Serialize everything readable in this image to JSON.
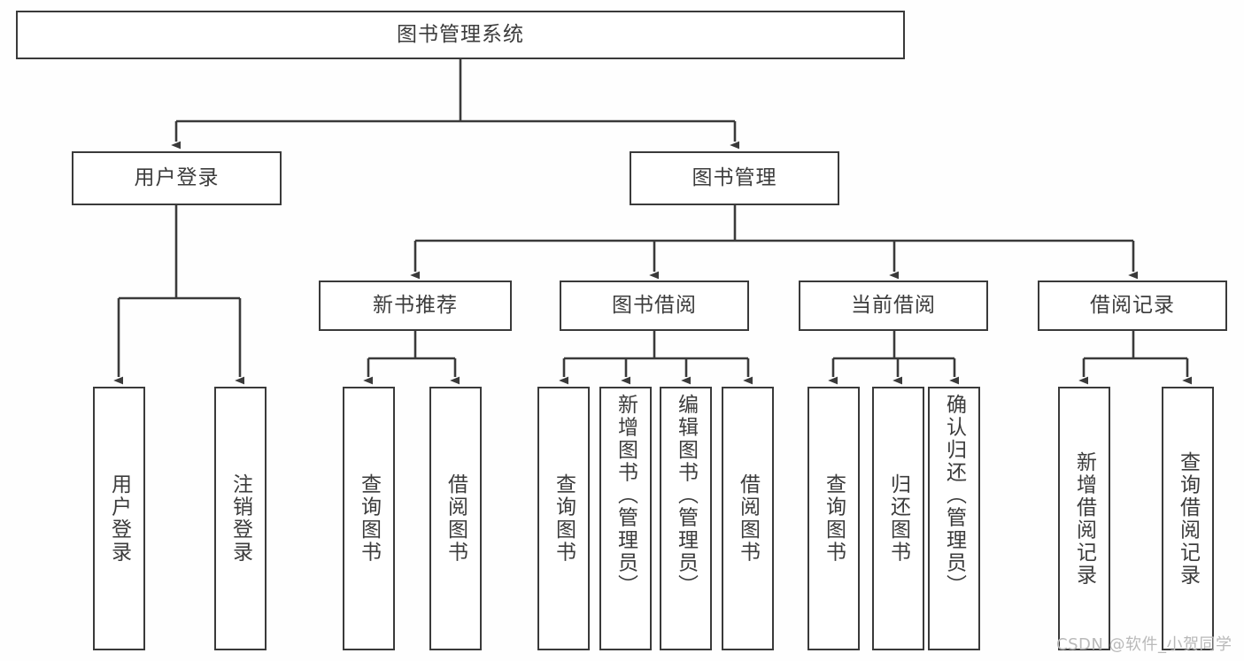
{
  "diagram": {
    "type": "hierarchy-tree",
    "title_node": {
      "id": "root",
      "label": "图书管理系统"
    },
    "level2": [
      {
        "id": "login",
        "label": "用户登录"
      },
      {
        "id": "bookmgmt",
        "label": "图书管理"
      }
    ],
    "level3": [
      {
        "id": "newbook",
        "label": "新书推荐",
        "parent": "bookmgmt"
      },
      {
        "id": "borrow",
        "label": "图书借阅",
        "parent": "bookmgmt"
      },
      {
        "id": "current",
        "label": "当前借阅",
        "parent": "bookmgmt"
      },
      {
        "id": "records",
        "label": "借阅记录",
        "parent": "bookmgmt"
      }
    ],
    "leaves": [
      {
        "id": "leaf-user-login",
        "label": "用户登录",
        "parent": "login"
      },
      {
        "id": "leaf-user-logout",
        "label": "注销登录",
        "parent": "login"
      },
      {
        "id": "leaf-query-book-new",
        "label": "查询图书",
        "parent": "newbook"
      },
      {
        "id": "leaf-borrow-book-new",
        "label": "借阅图书",
        "parent": "newbook"
      },
      {
        "id": "leaf-query-book-borrow",
        "label": "查询图书",
        "parent": "borrow"
      },
      {
        "id": "leaf-add-book",
        "label": "新增图书（管理员）",
        "parent": "borrow"
      },
      {
        "id": "leaf-edit-book",
        "label": "编辑图书（管理员）",
        "parent": "borrow"
      },
      {
        "id": "leaf-borrow-book",
        "label": "借阅图书",
        "parent": "borrow"
      },
      {
        "id": "leaf-query-book-current",
        "label": "查询图书",
        "parent": "current"
      },
      {
        "id": "leaf-return-book",
        "label": "归还图书",
        "parent": "current"
      },
      {
        "id": "leaf-confirm-return",
        "label": "确认归还（管理员）",
        "parent": "current"
      },
      {
        "id": "leaf-add-record",
        "label": "新增借阅记录",
        "parent": "records"
      },
      {
        "id": "leaf-query-record",
        "label": "查询借阅记录",
        "parent": "records"
      }
    ]
  },
  "watermark": {
    "text": "CSDN @软件_小贺同学"
  },
  "colors": {
    "stroke": "#3a3a3a",
    "box_fill": "#ffffff",
    "text": "#3c3c3c",
    "background": "#fefefe",
    "watermark": "#b9b9b9"
  }
}
